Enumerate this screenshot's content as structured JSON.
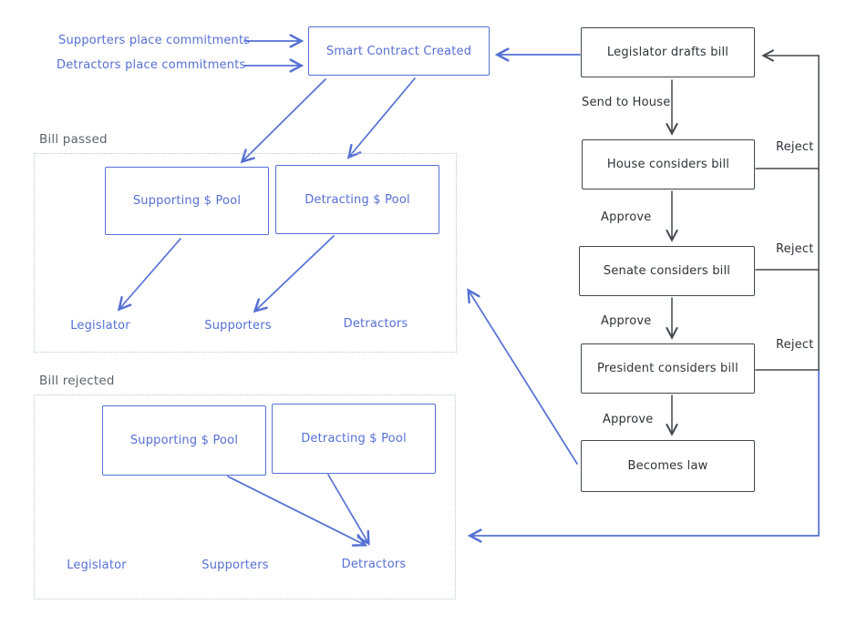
{
  "colors": {
    "blue": "#5570d4",
    "dark_stroke": "#43484d",
    "dark_text": "#2e3338",
    "section_label_gray": "#5b636b",
    "dotted_border": "#c0c5cb",
    "background": "#ffffff"
  },
  "commitments": {
    "supporters_label": "Supporters place commitments",
    "detractors_label": "Detractors place commitments"
  },
  "smart_contract": {
    "label": "Smart Contract Created"
  },
  "bill_passed": {
    "title": "Bill passed",
    "pools": [
      "Supporting $ Pool",
      "Detracting $ Pool"
    ],
    "recipients": [
      "Legislator",
      "Supporters",
      "Detractors"
    ],
    "flows": [
      "Supporting $ Pool -> Legislator",
      "Detracting $ Pool -> Supporters"
    ]
  },
  "bill_rejected": {
    "title": "Bill rejected",
    "pools": [
      "Supporting $ Pool",
      "Detracting $ Pool"
    ],
    "recipients": [
      "Legislator",
      "Supporters",
      "Detractors"
    ],
    "flows": [
      "Supporting $ Pool -> Detractors",
      "Detracting $ Pool -> Detractors"
    ]
  },
  "legislative_flow": {
    "nodes": [
      "Legislator drafts bill",
      "House considers bill",
      "Senate considers bill",
      "President considers bill",
      "Becomes law"
    ],
    "transitions": {
      "send_to_house": "Send to House",
      "approve": "Approve",
      "reject": "Reject"
    },
    "outcome_links": [
      "Becomes law -> Bill passed",
      "Reject -> Bill rejected"
    ]
  }
}
